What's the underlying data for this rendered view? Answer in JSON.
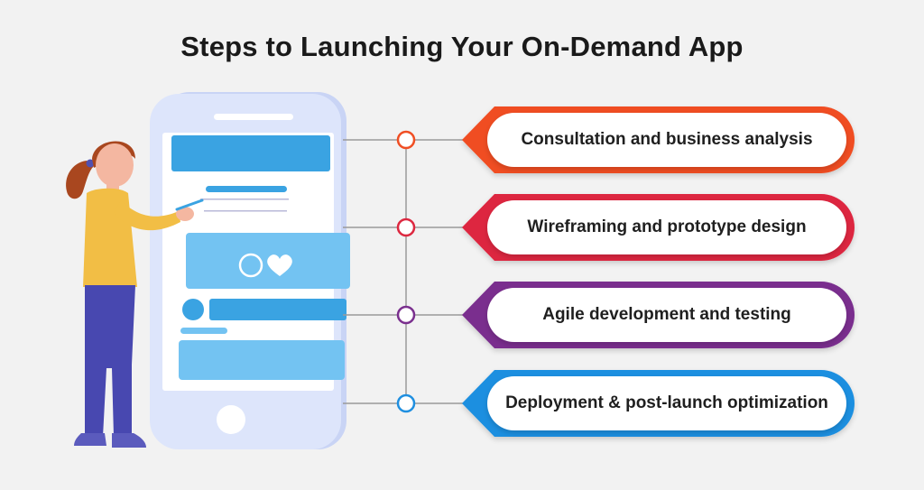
{
  "title": "Steps to Launching Your On-Demand App",
  "colors": {
    "step_1": "#f04e23",
    "step_2": "#dd2840",
    "step_3": "#7a2f8e",
    "step_4": "#1f8fe0",
    "phone_body": "#dde5fb",
    "phone_accent": "#3aa3e2",
    "connector": "#9a9a9a"
  },
  "steps": [
    {
      "label": "Consultation and business analysis"
    },
    {
      "label": "Wireframing and prototype design"
    },
    {
      "label": "Agile development and testing"
    },
    {
      "label": "Deployment & post-launch optimization"
    }
  ]
}
